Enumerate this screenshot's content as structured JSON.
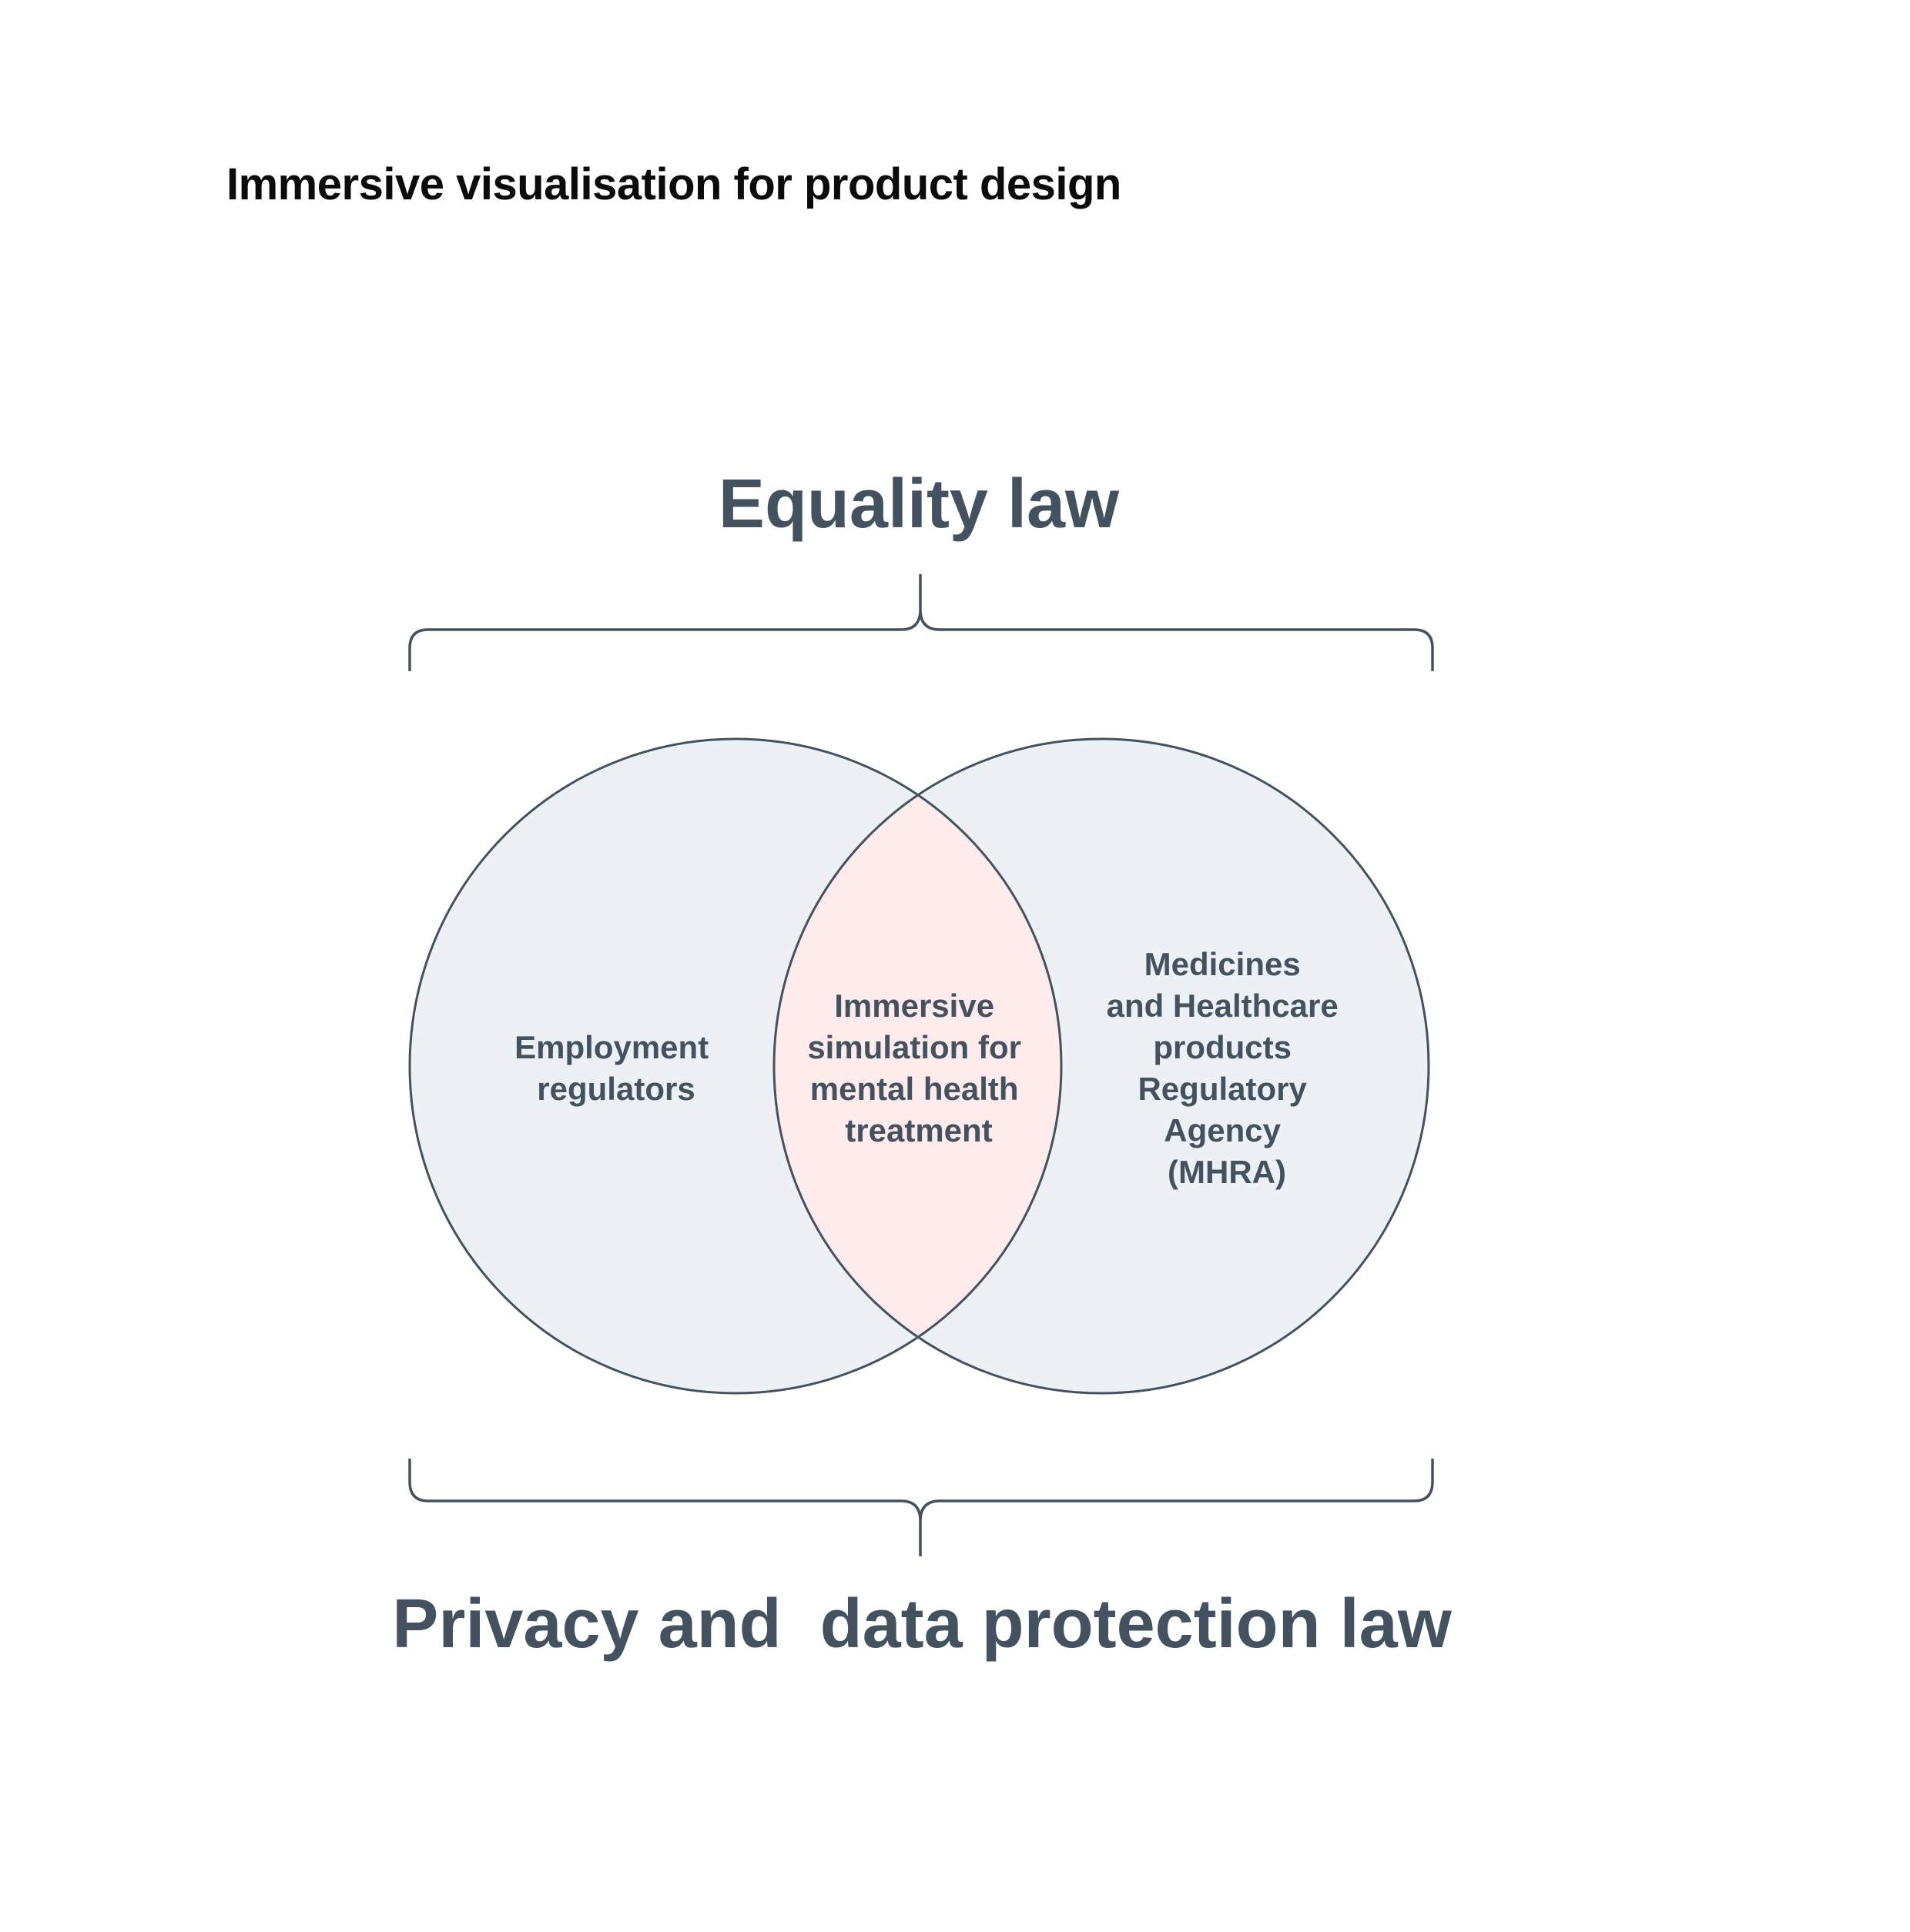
{
  "title": "Immersive visualisation for product design",
  "colors": {
    "title_text": "#0b0b0b",
    "diagram_text": "#44525f",
    "outline": "#44525f",
    "circle_fill": "#edf1f5",
    "overlap_fill": "#fdeceb",
    "background": "#ffffff"
  },
  "diagram": {
    "top_bracket_label": "Equality law",
    "bottom_bracket_label": "Privacy and  data protection law",
    "left_set": {
      "lines": [
        "Employment",
        "regulators"
      ]
    },
    "intersection": {
      "lines": [
        "Immersive",
        "simulation for",
        "mental health",
        "treatment"
      ]
    },
    "right_set": {
      "lines": [
        "Medicines",
        "and Healthcare",
        "products",
        "Regulatory",
        "Agency",
        "(MHRA)"
      ]
    }
  }
}
